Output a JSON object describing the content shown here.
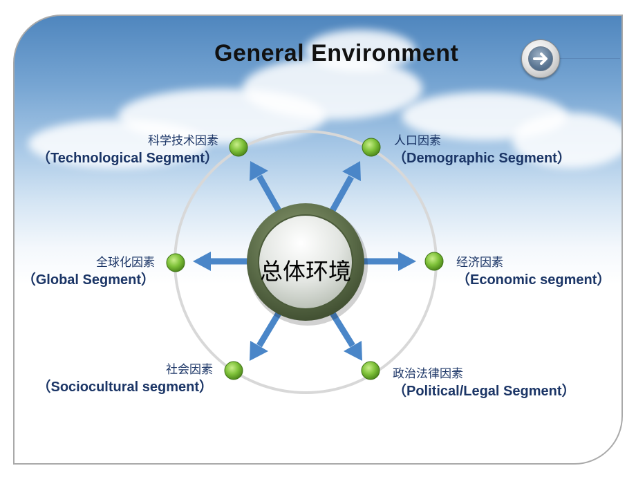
{
  "header": {
    "title": "General Environment"
  },
  "diagram": {
    "center": "总体环境",
    "segments": [
      {
        "zh": "科学技术因素",
        "en": "（Technological Segment）"
      },
      {
        "zh": "人口因素",
        "en": "（Demographic Segment）"
      },
      {
        "zh": "全球化因素",
        "en": "（Global Segment）"
      },
      {
        "zh": "经济因素",
        "en": "（Economic segment）"
      },
      {
        "zh": "社会因素",
        "en": "（Sociocultural segment）"
      },
      {
        "zh": "政治法律因素",
        "en": "（Political/Legal Segment）"
      }
    ]
  },
  "colors": {
    "arrow": "#4a86c8",
    "node": "#6fae2d",
    "label": "#1b3566",
    "hub_ring": "#5d6e4a"
  },
  "icons": {
    "next": "arrow-right-icon"
  }
}
